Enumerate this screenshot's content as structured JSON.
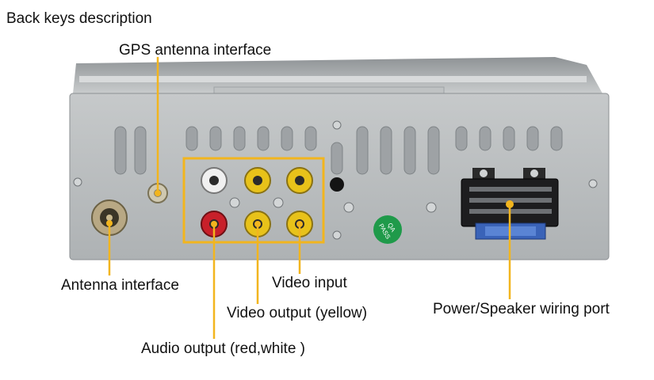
{
  "heading": "Back keys description",
  "labels": {
    "gps": "GPS antenna interface",
    "antenna": "Antenna interface",
    "video_input": "Video input",
    "video_output": "Video output (yellow)",
    "power": "Power/Speaker wiring port",
    "audio_output": "Audio output (red,white )"
  },
  "qa_sticker": {
    "line1": "QA",
    "line2": "PASS"
  },
  "colors": {
    "callout": "#f2b51e",
    "panel": "#b9bcbe",
    "rca_red": "#c8202a",
    "rca_white": "#f0f0f0",
    "rca_yellow": "#e8c21a",
    "sticker": "#1f9a4a"
  }
}
